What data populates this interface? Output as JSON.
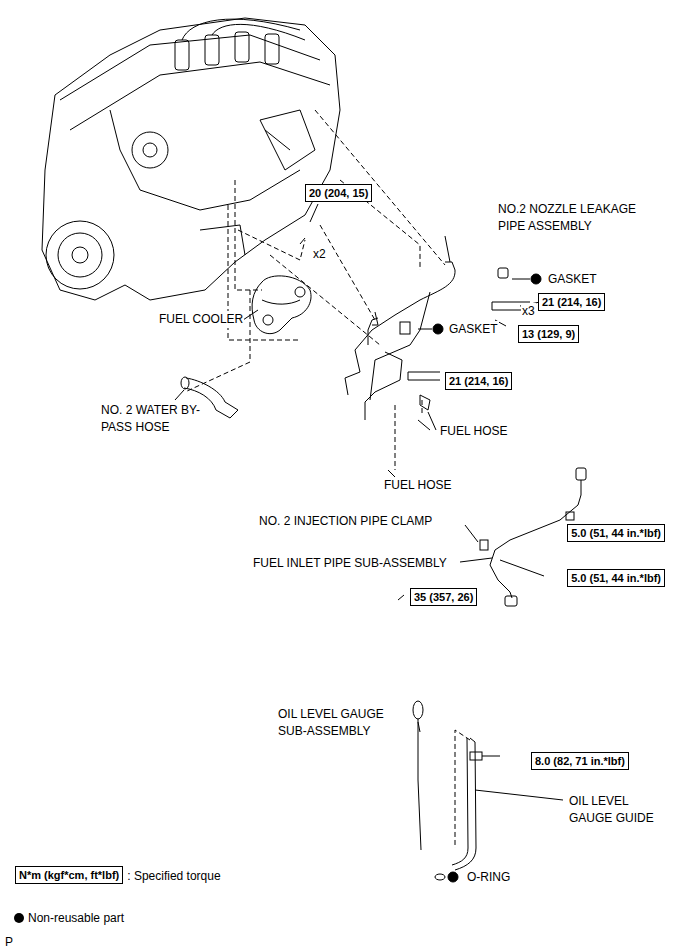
{
  "diagram": {
    "nodes": [
      {
        "text": [
          "20 (204, 15)"
        ]
      },
      {
        "text": [
          "21 (214, 16)"
        ]
      },
      {
        "text": [
          "13 (129, 9)"
        ]
      },
      {
        "text": [
          "21 (214, 16)"
        ]
      },
      {
        "text": [
          "5.0 (51, 44 in.*lbf)"
        ]
      },
      {
        "text": [
          "5.0 (51, 44 in.*lbf)"
        ]
      },
      {
        "text": [
          "35 (357, 26)"
        ]
      },
      {
        "text": [
          "8.0 (82, 71 in.*lbf)"
        ]
      },
      {
        "text": [
          "N*m (kgf*cm, ft*lbf)"
        ]
      }
    ],
    "edges": [],
    "labels": [
      "x2",
      "NO.2 NOZZLE LEAKAGE PIPE ASSEMBLY",
      "GASKET",
      "x3",
      "GASKET",
      "FUEL COOLER",
      "NO. 2 WATER BY-PASS HOSE",
      "FUEL HOSE",
      "FUEL HOSE",
      "NO. 2 INJECTION PIPE CLAMP",
      "FUEL INLET PIPE SUB-ASSEMBLY",
      "OIL LEVEL GAUGE SUB-ASSEMBLY",
      "OIL LEVEL GAUGE GUIDE",
      "O-RING",
      "P"
    ],
    "legend": [
      {
        "text": ": Specified torque"
      },
      {
        "text": "Non-reusable part"
      }
    ]
  }
}
